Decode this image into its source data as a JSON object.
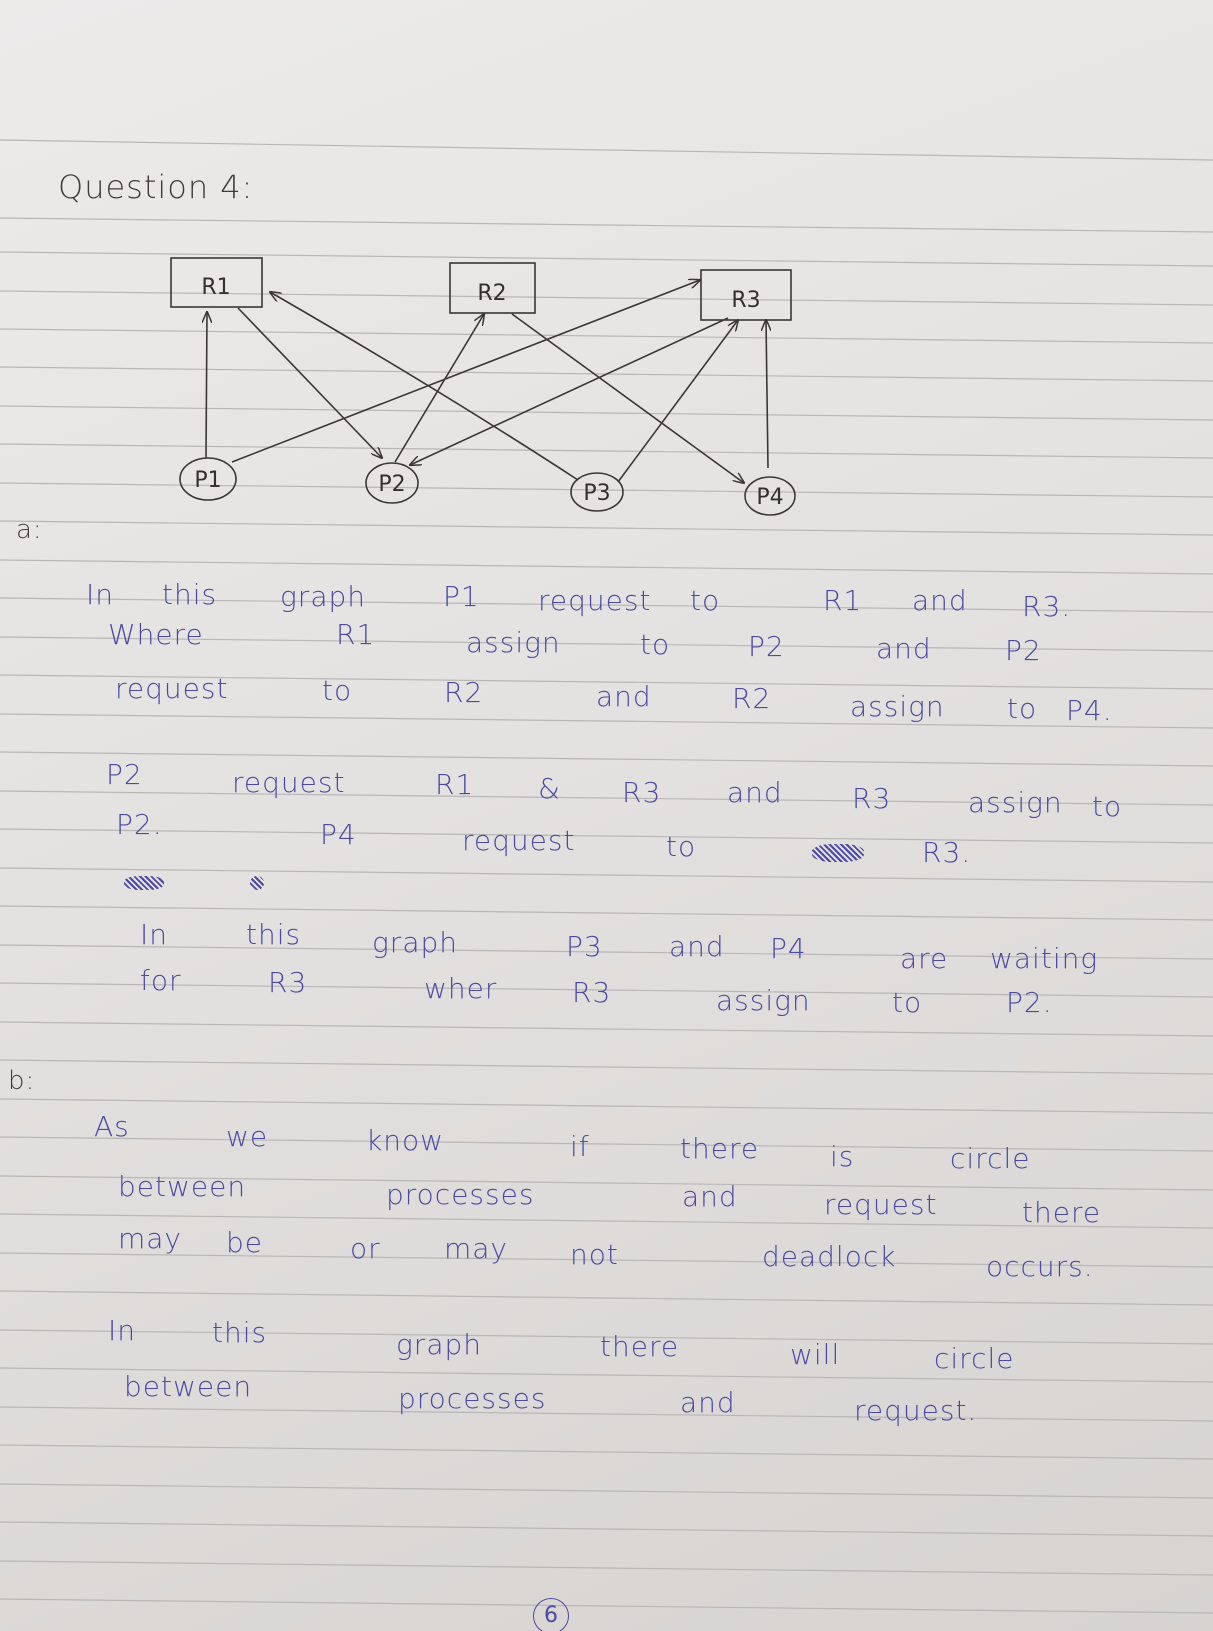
{
  "heading": "Question 4:",
  "graph": {
    "resources": [
      "R1",
      "R2",
      "R3"
    ],
    "processes": [
      "P1",
      "P2",
      "P3",
      "P4"
    ],
    "edges": [
      {
        "from": "P1",
        "to": "R1"
      },
      {
        "from": "P1",
        "to": "R3"
      },
      {
        "from": "R1",
        "to": "P2"
      },
      {
        "from": "P2",
        "to": "R2"
      },
      {
        "from": "R3",
        "to": "P2"
      },
      {
        "from": "P3",
        "to": "R1"
      },
      {
        "from": "P3",
        "to": "R3"
      },
      {
        "from": "R2",
        "to": "P4"
      },
      {
        "from": "P4",
        "to": "R3"
      }
    ]
  },
  "part_a": {
    "label": "a:",
    "lines": [
      [
        "In",
        "this",
        "graph",
        "P1",
        "request",
        "to",
        "R1",
        "and",
        "R3."
      ],
      [
        "Where",
        "R1",
        "assign",
        "to",
        "P2",
        "and",
        "P2"
      ],
      [
        "request",
        "to",
        "R2",
        "and",
        "R2",
        "assign",
        "to",
        "P4."
      ],
      [
        "P2",
        "request",
        "R1",
        "&",
        "R3",
        "and",
        "R3",
        "assign",
        "to"
      ],
      [
        "P2.",
        "P4",
        "request",
        "to",
        "R3."
      ],
      [
        "In",
        "this",
        "graph",
        "P3",
        "and",
        "P4",
        "are",
        "waiting"
      ],
      [
        "for",
        "R3",
        "wher",
        "R3",
        "assign",
        "to",
        "P2."
      ]
    ]
  },
  "part_b": {
    "label": "b:",
    "lines": [
      [
        "As",
        "we",
        "know",
        "if",
        "there",
        "is",
        "circle"
      ],
      [
        "between",
        "processes",
        "and",
        "request",
        "there"
      ],
      [
        "may",
        "be",
        "or",
        "may",
        "not",
        "deadlock",
        "occurs."
      ],
      [
        "In",
        "this",
        "graph",
        "there",
        "will",
        "circle"
      ],
      [
        "between",
        "processes",
        "and",
        "request."
      ]
    ]
  },
  "page_number": "6",
  "colors": {
    "ink": "#4c49a6",
    "pencil": "#3f3c3a",
    "paper": "#e7e5e3",
    "rule": "#b9b7b6"
  }
}
